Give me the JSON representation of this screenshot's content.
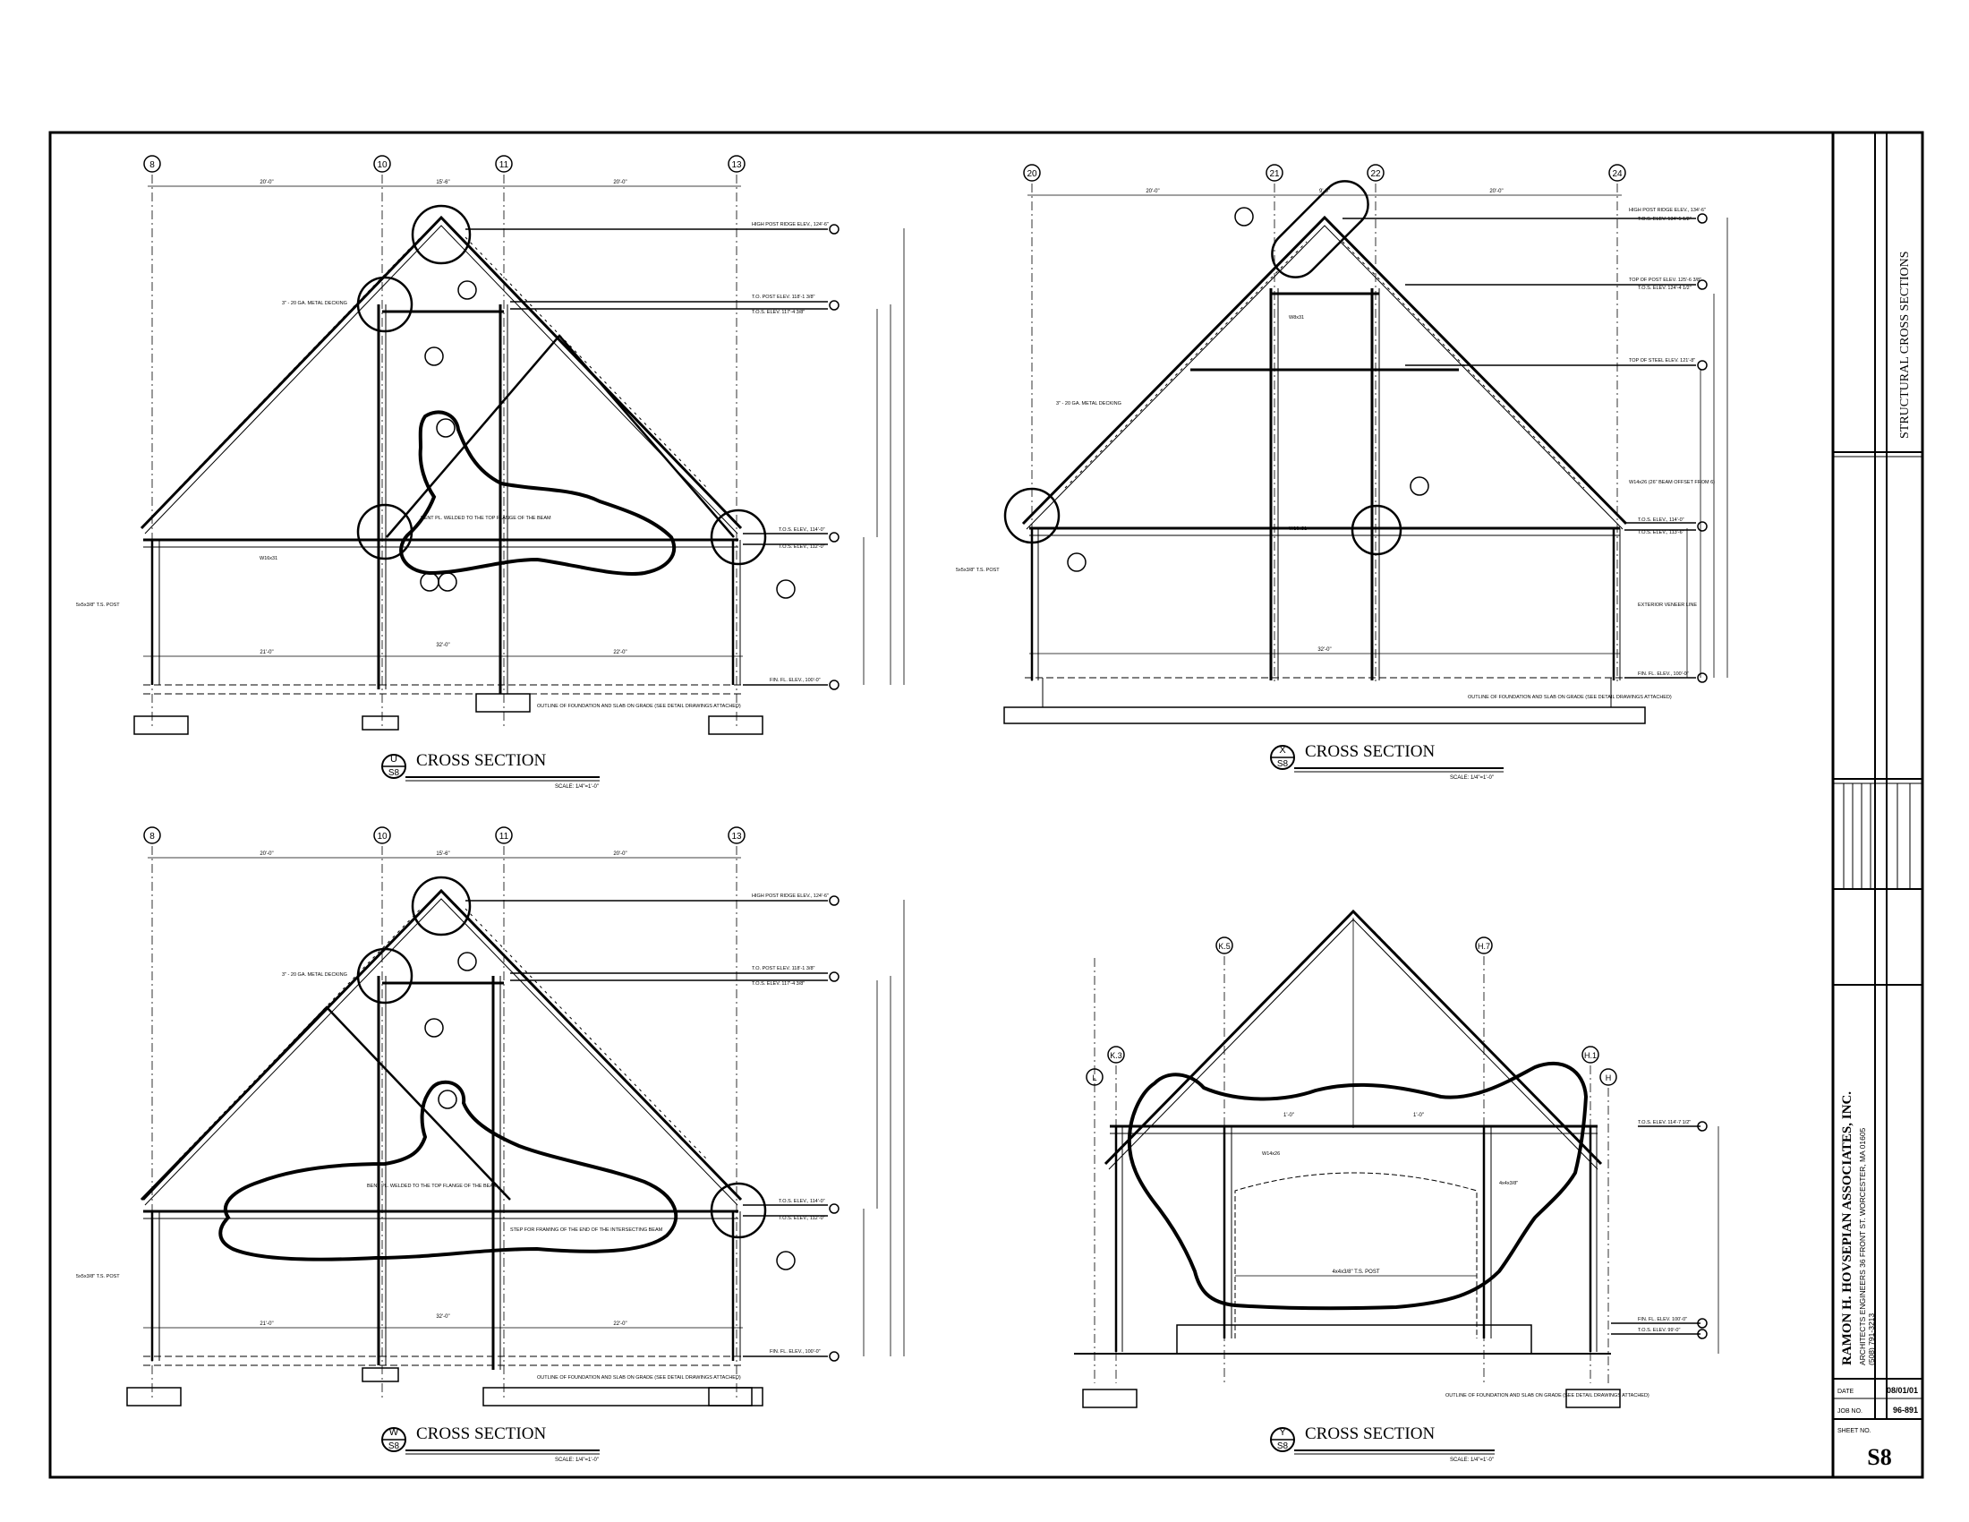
{
  "sheet": {
    "title": "STRUCTURAL CROSS SECTIONS",
    "firm": "RAMON H. HOVSEPIAN ASSOCIATES, INC.",
    "firm_line2": "ARCHITECTS  ENGINEERS    36 FRONT ST. WORCESTER, MA 01605",
    "firm_line3": "(508) 791-3213",
    "date_label": "DATE",
    "date_value": "08/01/01",
    "job_label": "JOB NO.",
    "job_value": "96-891",
    "sheet_label": "SHEET NO.",
    "sheet_value": "S8"
  },
  "sections": [
    {
      "id": "U",
      "ref": "S8",
      "title": "CROSS SECTION",
      "scale": "SCALE: 1/4\"=1'-0\"",
      "grid": [
        "8",
        "10",
        "11",
        "13"
      ],
      "dims_top": [
        "20'-0\"",
        "15'-6\"",
        "20'-0\""
      ],
      "dims_bottom": [
        "21'-0\"",
        "32'-0\"",
        "22'-0\""
      ],
      "elevations": [
        "HIGH POST RIDGE ELEV., 124'-6\"",
        "T.O. POST ELEV. 118'-1 3/8\"",
        "T.O.S. ELEV. 117'-4 3/8\"",
        "T.O.S. ELEV., 114'-0\"",
        "T.O.S. ELEV., 112'-0\"",
        "FIN. FL. ELEV., 100'-0\""
      ],
      "notes": [
        "3\" - 20 GA. METAL DECKING",
        "W16x31",
        "BENT PL. WELDED TO THE TOP FLANGE OF THE BEAM",
        "OUTLINE OF FOUNDATION AND SLAB ON GRADE (SEE DETAIL DRAWINGS ATTACHED)",
        "5x5x3/8\" T.S. POST"
      ]
    },
    {
      "id": "X",
      "ref": "S8",
      "title": "CROSS SECTION",
      "scale": "SCALE: 1/4\"=1'-0\"",
      "grid": [
        "20",
        "21",
        "22",
        "24"
      ],
      "dims_top": [
        "20'-0\"",
        "9'-0\"",
        "20'-0\""
      ],
      "dims_bottom": [
        "32'-0\""
      ],
      "elevations": [
        "HIGH POST RIDGE ELEV., 134'-6\"",
        "T.O.S. ELEV. 134'-5 1/2\"",
        "TOP OF POST ELEV. 125'-6 3/8\"",
        "T.O.S. ELEV. 124'-4 1/2\"",
        "TOP OF STEEL ELEV. 121'-8\"",
        "T.O.S. ELEV., 114'-0\"",
        "T.O.S. ELEV., 113'-6\"",
        "FIN. FL. ELEV., 100'-0\""
      ],
      "notes": [
        "3\" - 20 GA. METAL DECKING",
        "W14x26 (26\" BEAM OFFSET FROM 6)",
        "W16x31",
        "W8x31",
        "5x5x3/8\" T.S. POST",
        "EXTERIOR VENEER LINE",
        "OUTLINE OF FOUNDATION AND SLAB ON GRADE (SEE DETAIL DRAWINGS ATTACHED)"
      ]
    },
    {
      "id": "W",
      "ref": "S8",
      "title": "CROSS SECTION",
      "scale": "SCALE: 1/4\"=1'-0\"",
      "grid": [
        "8",
        "10",
        "11",
        "13"
      ],
      "dims_top": [
        "20'-0\"",
        "15'-6\"",
        "20'-0\""
      ],
      "dims_bottom": [
        "21'-0\"",
        "32'-0\"",
        "22'-0\""
      ],
      "elevations": [
        "HIGH POST RIDGE ELEV., 124'-6\"",
        "T.O. POST ELEV. 118'-1 3/8\"",
        "T.O.S. ELEV. 117'-4 3/8\"",
        "T.O.S. ELEV., 114'-0\"",
        "T.O.S. ELEV., 112'-0\"",
        "FIN. FL. ELEV., 100'-0\""
      ],
      "notes": [
        "3\" - 20 GA. METAL DECKING",
        "BENT PL. WELDED TO THE TOP FLANGE OF THE BEAM",
        "STEP FOR FRAMING OF THE END OF THE INTERSECTING BEAM",
        "OUTLINE OF FOUNDATION AND SLAB ON GRADE (SEE DETAIL DRAWINGS ATTACHED)",
        "5x5x3/8\" T.S. POST"
      ]
    },
    {
      "id": "Y",
      "ref": "S8",
      "title": "CROSS SECTION",
      "scale": "SCALE: 1/4\"=1'-0\"",
      "grid": [
        "K.5",
        "H.7",
        "K.3",
        "H.1",
        "L",
        "H"
      ],
      "dims_top": [
        "1'-0\"",
        "1'-0\""
      ],
      "dims_bottom": [
        "4x4x3/8\" T.S. POST"
      ],
      "elevations": [
        "T.O.S. ELEV. 114'-7 1/2\"",
        "FIN. FL. ELEV. 100'-0\"",
        "T.O.S. ELEV. 99'-0\""
      ],
      "notes": [
        "W14x26",
        "4x4x3/8\"",
        "OUTLINE OF FOUNDATION AND SLAB ON GRADE (SEE DETAIL DRAWINGS ATTACHED)"
      ]
    }
  ]
}
